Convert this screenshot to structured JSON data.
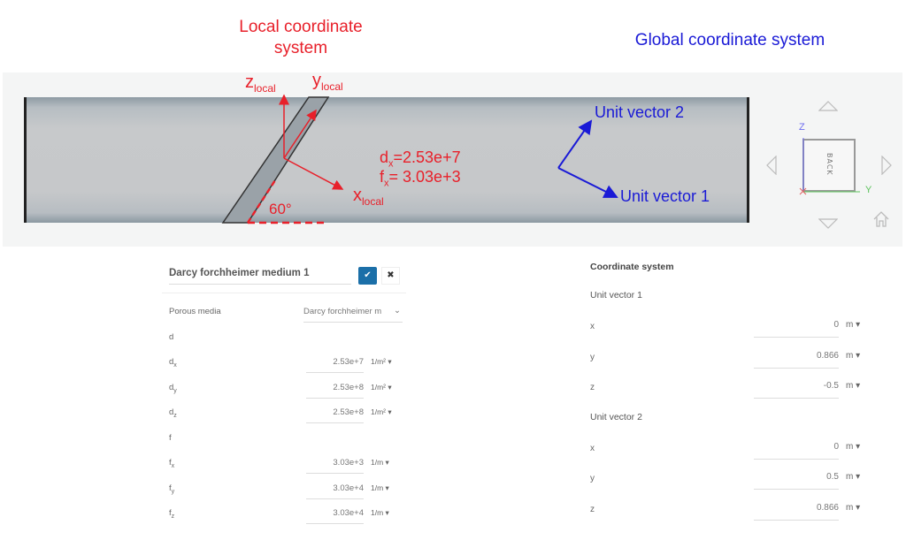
{
  "annotations": {
    "local_title": "Local coordinate system",
    "global_title": "Global coordinate system",
    "z_local": "z",
    "y_local": "y",
    "x_local": "x",
    "local_subscript": "local",
    "angle": "60°",
    "dx_label": "d",
    "dx_value": "=2.53e+7",
    "fx_label": "f",
    "fx_value": "= 3.03e+3",
    "sub_x": "x",
    "unit_vector_1": "Unit vector 1",
    "unit_vector_2": "Unit vector 2",
    "colors": {
      "local": "#e8202a",
      "global": "#1a1ad6"
    }
  },
  "viewer": {
    "nav_cube": {
      "face_label": "BACK",
      "axis_z": "Z",
      "axis_y": "Y"
    }
  },
  "left_panel": {
    "name_value": "Darcy forchheimer medium 1",
    "confirm_icon": "✔",
    "cancel_icon": "✖",
    "porous_media_label": "Porous media",
    "porous_media_value": "Darcy forchheimer m",
    "d_section": "d",
    "f_section": "f",
    "d_rows": [
      {
        "label": "d",
        "sub": "x",
        "value": "2.53e+7",
        "unit": "1/m² ▾"
      },
      {
        "label": "d",
        "sub": "y",
        "value": "2.53e+8",
        "unit": "1/m² ▾"
      },
      {
        "label": "d",
        "sub": "z",
        "value": "2.53e+8",
        "unit": "1/m² ▾"
      }
    ],
    "f_rows": [
      {
        "label": "f",
        "sub": "x",
        "value": "3.03e+3",
        "unit": "1/m ▾"
      },
      {
        "label": "f",
        "sub": "y",
        "value": "3.03e+4",
        "unit": "1/m ▾"
      },
      {
        "label": "f",
        "sub": "z",
        "value": "3.03e+4",
        "unit": "1/m ▾"
      }
    ]
  },
  "right_panel": {
    "title": "Coordinate system",
    "unit_vector_1": {
      "label": "Unit vector 1",
      "rows": [
        {
          "label": "x",
          "value": "0",
          "unit": "m ▾"
        },
        {
          "label": "y",
          "value": "0.866",
          "unit": "m ▾"
        },
        {
          "label": "z",
          "value": "-0.5",
          "unit": "m ▾"
        }
      ]
    },
    "unit_vector_2": {
      "label": "Unit vector 2",
      "rows": [
        {
          "label": "x",
          "value": "0",
          "unit": "m ▾"
        },
        {
          "label": "y",
          "value": "0.5",
          "unit": "m ▾"
        },
        {
          "label": "z",
          "value": "0.866",
          "unit": "m ▾"
        }
      ]
    }
  }
}
